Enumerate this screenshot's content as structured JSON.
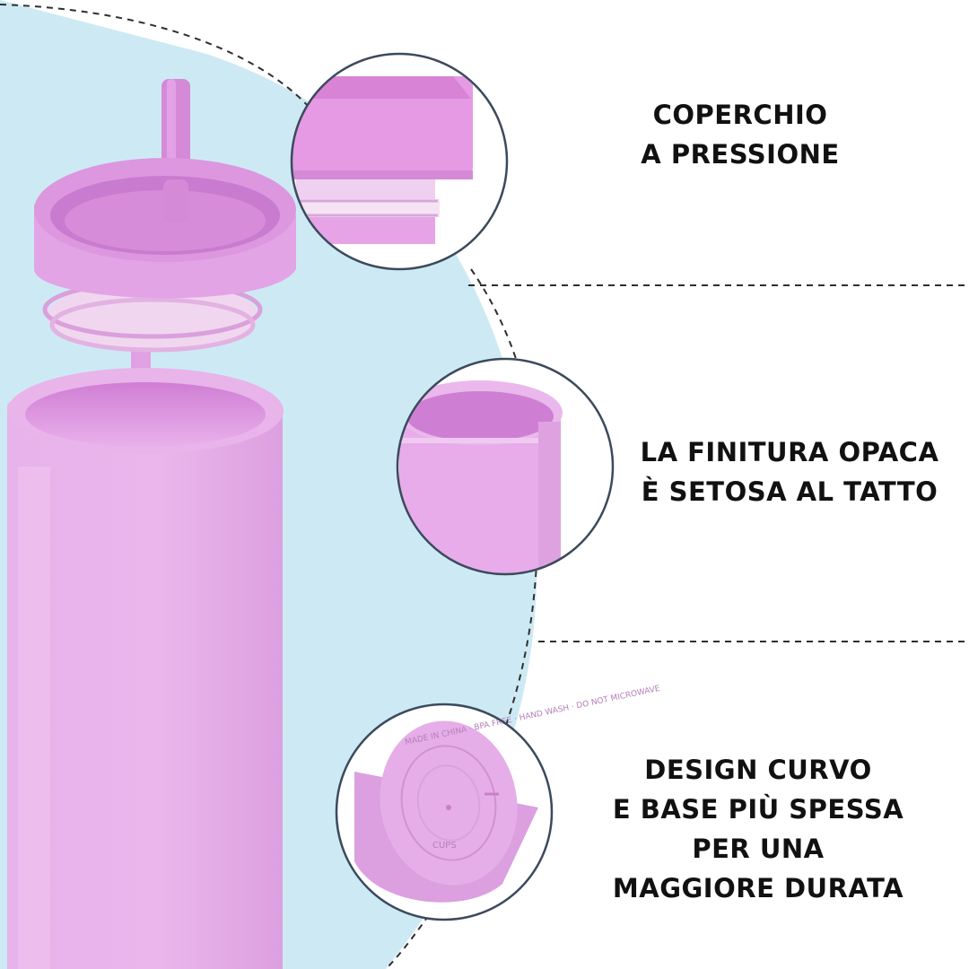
{
  "colors": {
    "background": "#ffffff",
    "blob": "#cdeaf4",
    "product": "#e6a6e6",
    "product_dark": "#d68ad6",
    "product_light": "#f0c4f0",
    "circle_border": "#3b4a5c",
    "text": "#111111"
  },
  "features": [
    {
      "lines": [
        "COPERCHIO",
        "A PRESSIONE"
      ],
      "icon": "lid-closeup"
    },
    {
      "lines": [
        "LA FINITURA OPACA",
        "È SETOSA AL TATTO"
      ],
      "icon": "rim-closeup"
    },
    {
      "lines": [
        "DESIGN CURVO",
        "E BASE PIÙ SPESSA",
        "PER UNA",
        "MAGGIORE DURATA"
      ],
      "icon": "base-closeup"
    }
  ],
  "base_stamp": {
    "ring_text": "MADE IN CHINA · BPA FREE · HAND WASH · DO NOT MICROWAVE",
    "center_text": "CUPS"
  }
}
